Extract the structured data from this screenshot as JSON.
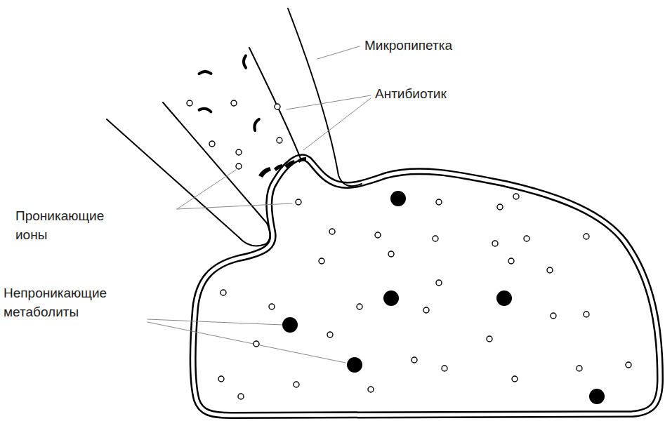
{
  "diagram": {
    "labels": [
      "Микропипетка",
      "Антибиотик",
      "Проникающие ионы",
      "Непроникающие метаболиты"
    ]
  }
}
